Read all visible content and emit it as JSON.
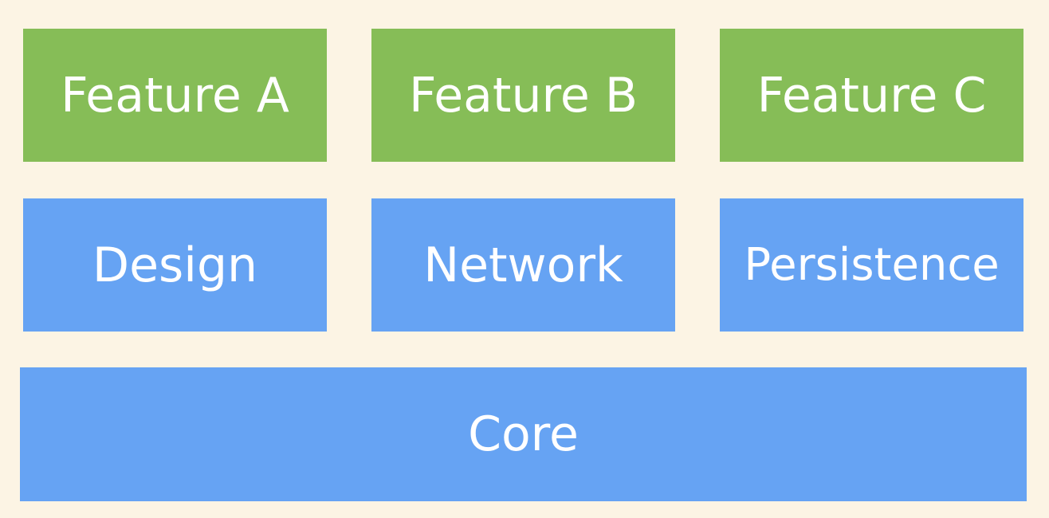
{
  "layers": {
    "features": [
      {
        "label": "Feature A"
      },
      {
        "label": "Feature B"
      },
      {
        "label": "Feature C"
      }
    ],
    "modules": [
      {
        "label": "Design"
      },
      {
        "label": "Network"
      },
      {
        "label": "Persistence"
      }
    ],
    "core": {
      "label": "Core"
    }
  },
  "colors": {
    "background": "#FCF4E4",
    "feature": "#86BD57",
    "module": "#66A3F3",
    "text": "#FFFFFF"
  }
}
